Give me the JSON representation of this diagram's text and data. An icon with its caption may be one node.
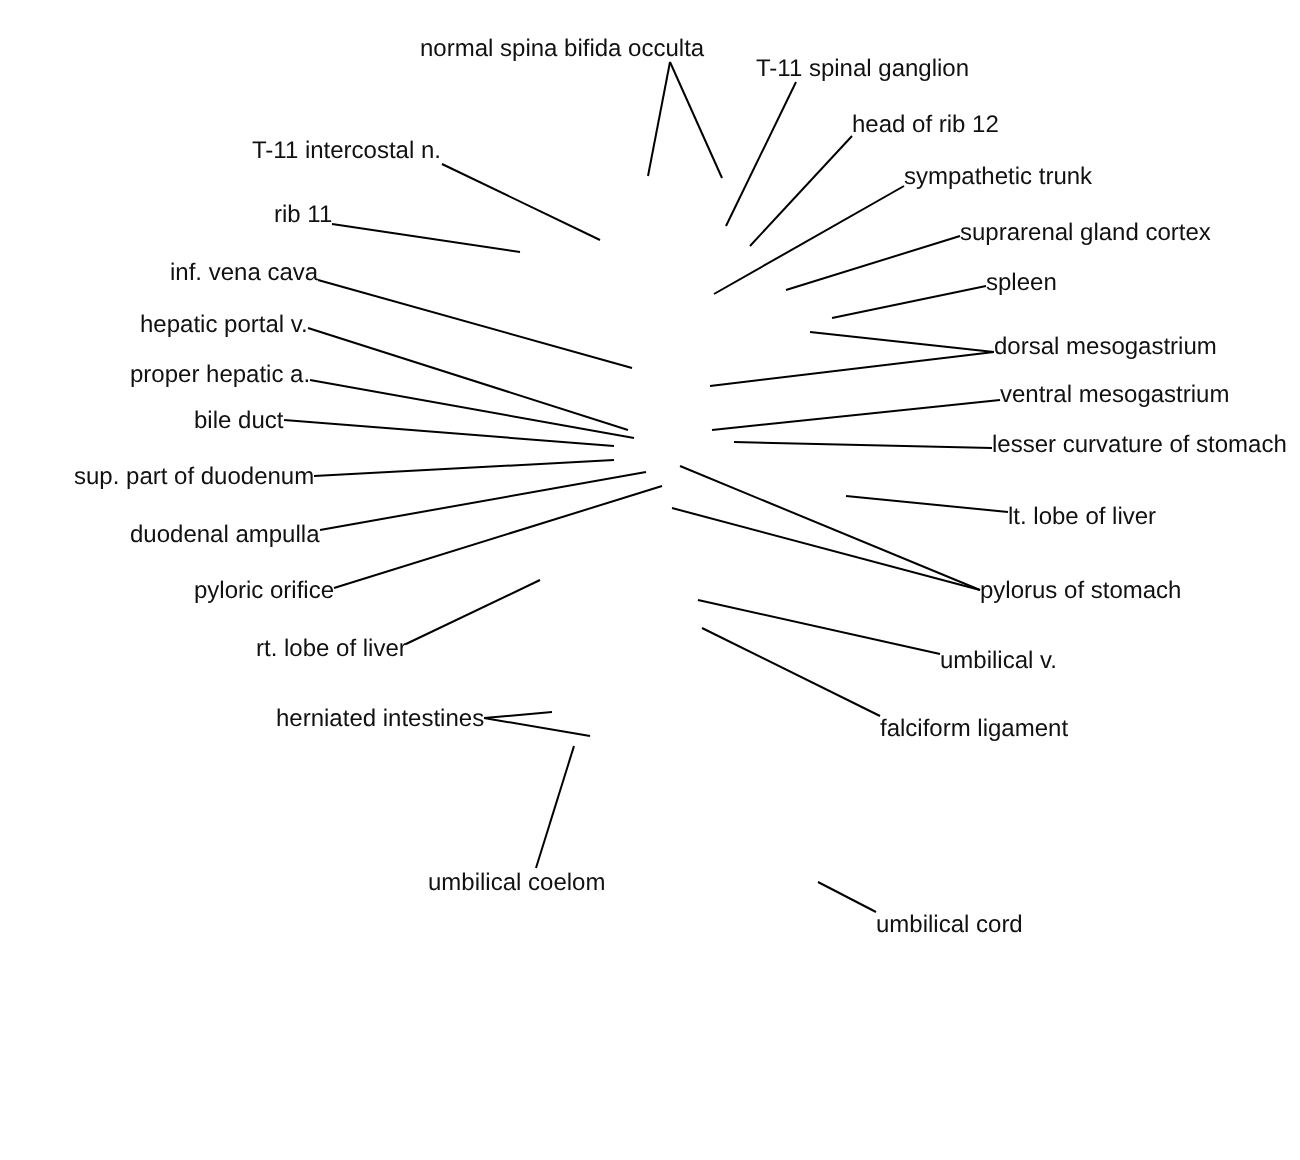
{
  "diagram": {
    "nodes": [
      {
        "text": [
          "normal spina bifida occulta"
        ]
      },
      {
        "text": [
          "T-11 spinal ganglion"
        ]
      },
      {
        "text": [
          "head of rib 12"
        ]
      },
      {
        "text": [
          "T-11 intercostal n."
        ]
      },
      {
        "text": [
          "sympathetic trunk"
        ]
      },
      {
        "text": [
          "rib 11"
        ]
      },
      {
        "text": [
          "suprarenal gland cortex"
        ]
      },
      {
        "text": [
          "inf. vena cava"
        ]
      },
      {
        "text": [
          "spleen"
        ]
      },
      {
        "text": [
          "hepatic portal v."
        ]
      },
      {
        "text": [
          "dorsal mesogastrium"
        ]
      },
      {
        "text": [
          "proper hepatic a."
        ]
      },
      {
        "text": [
          "ventral mesogastrium"
        ]
      },
      {
        "text": [
          "bile duct"
        ]
      },
      {
        "text": [
          "lesser curvature of stomach"
        ]
      },
      {
        "text": [
          "sup. part of duodenum"
        ]
      },
      {
        "text": [
          "lt. lobe of liver"
        ]
      },
      {
        "text": [
          "duodenal ampulla"
        ]
      },
      {
        "text": [
          "pylorus of stomach"
        ]
      },
      {
        "text": [
          "pyloric orifice"
        ]
      },
      {
        "text": [
          "rt. lobe of liver"
        ]
      },
      {
        "text": [
          "umbilical v."
        ]
      },
      {
        "text": [
          "herniated intestines"
        ]
      },
      {
        "text": [
          "falciform ligament"
        ]
      },
      {
        "text": [
          "umbilical coelom"
        ]
      },
      {
        "text": [
          "umbilical cord"
        ]
      }
    ],
    "edges": [
      {
        "from": 0,
        "to": null,
        "arrow": "none"
      },
      {
        "from": 0,
        "to": null,
        "arrow": "none"
      },
      {
        "from": 1,
        "to": null,
        "arrow": "none"
      },
      {
        "from": 2,
        "to": null,
        "arrow": "none"
      },
      {
        "from": 3,
        "to": null,
        "arrow": "none"
      },
      {
        "from": 4,
        "to": null,
        "arrow": "none"
      },
      {
        "from": 5,
        "to": null,
        "arrow": "none"
      },
      {
        "from": 6,
        "to": null,
        "arrow": "none"
      },
      {
        "from": 7,
        "to": null,
        "arrow": "none"
      },
      {
        "from": 8,
        "to": null,
        "arrow": "none"
      },
      {
        "from": 9,
        "to": null,
        "arrow": "none"
      },
      {
        "from": 10,
        "to": null,
        "arrow": "none"
      },
      {
        "from": 10,
        "to": null,
        "arrow": "none"
      },
      {
        "from": 11,
        "to": null,
        "arrow": "none"
      },
      {
        "from": 12,
        "to": null,
        "arrow": "none"
      },
      {
        "from": 13,
        "to": null,
        "arrow": "none"
      },
      {
        "from": 14,
        "to": null,
        "arrow": "none"
      },
      {
        "from": 15,
        "to": null,
        "arrow": "none"
      },
      {
        "from": 16,
        "to": null,
        "arrow": "none"
      },
      {
        "from": 17,
        "to": null,
        "arrow": "none"
      },
      {
        "from": 18,
        "to": null,
        "arrow": "none"
      },
      {
        "from": 18,
        "to": null,
        "arrow": "none"
      },
      {
        "from": 19,
        "to": null,
        "arrow": "none"
      },
      {
        "from": 20,
        "to": null,
        "arrow": "none"
      },
      {
        "from": 21,
        "to": null,
        "arrow": "none"
      },
      {
        "from": 22,
        "to": null,
        "arrow": "none"
      },
      {
        "from": 22,
        "to": null,
        "arrow": "none"
      },
      {
        "from": 23,
        "to": null,
        "arrow": "none"
      },
      {
        "from": 24,
        "to": null,
        "arrow": "none"
      },
      {
        "from": 25,
        "to": null,
        "arrow": "none"
      }
    ]
  }
}
